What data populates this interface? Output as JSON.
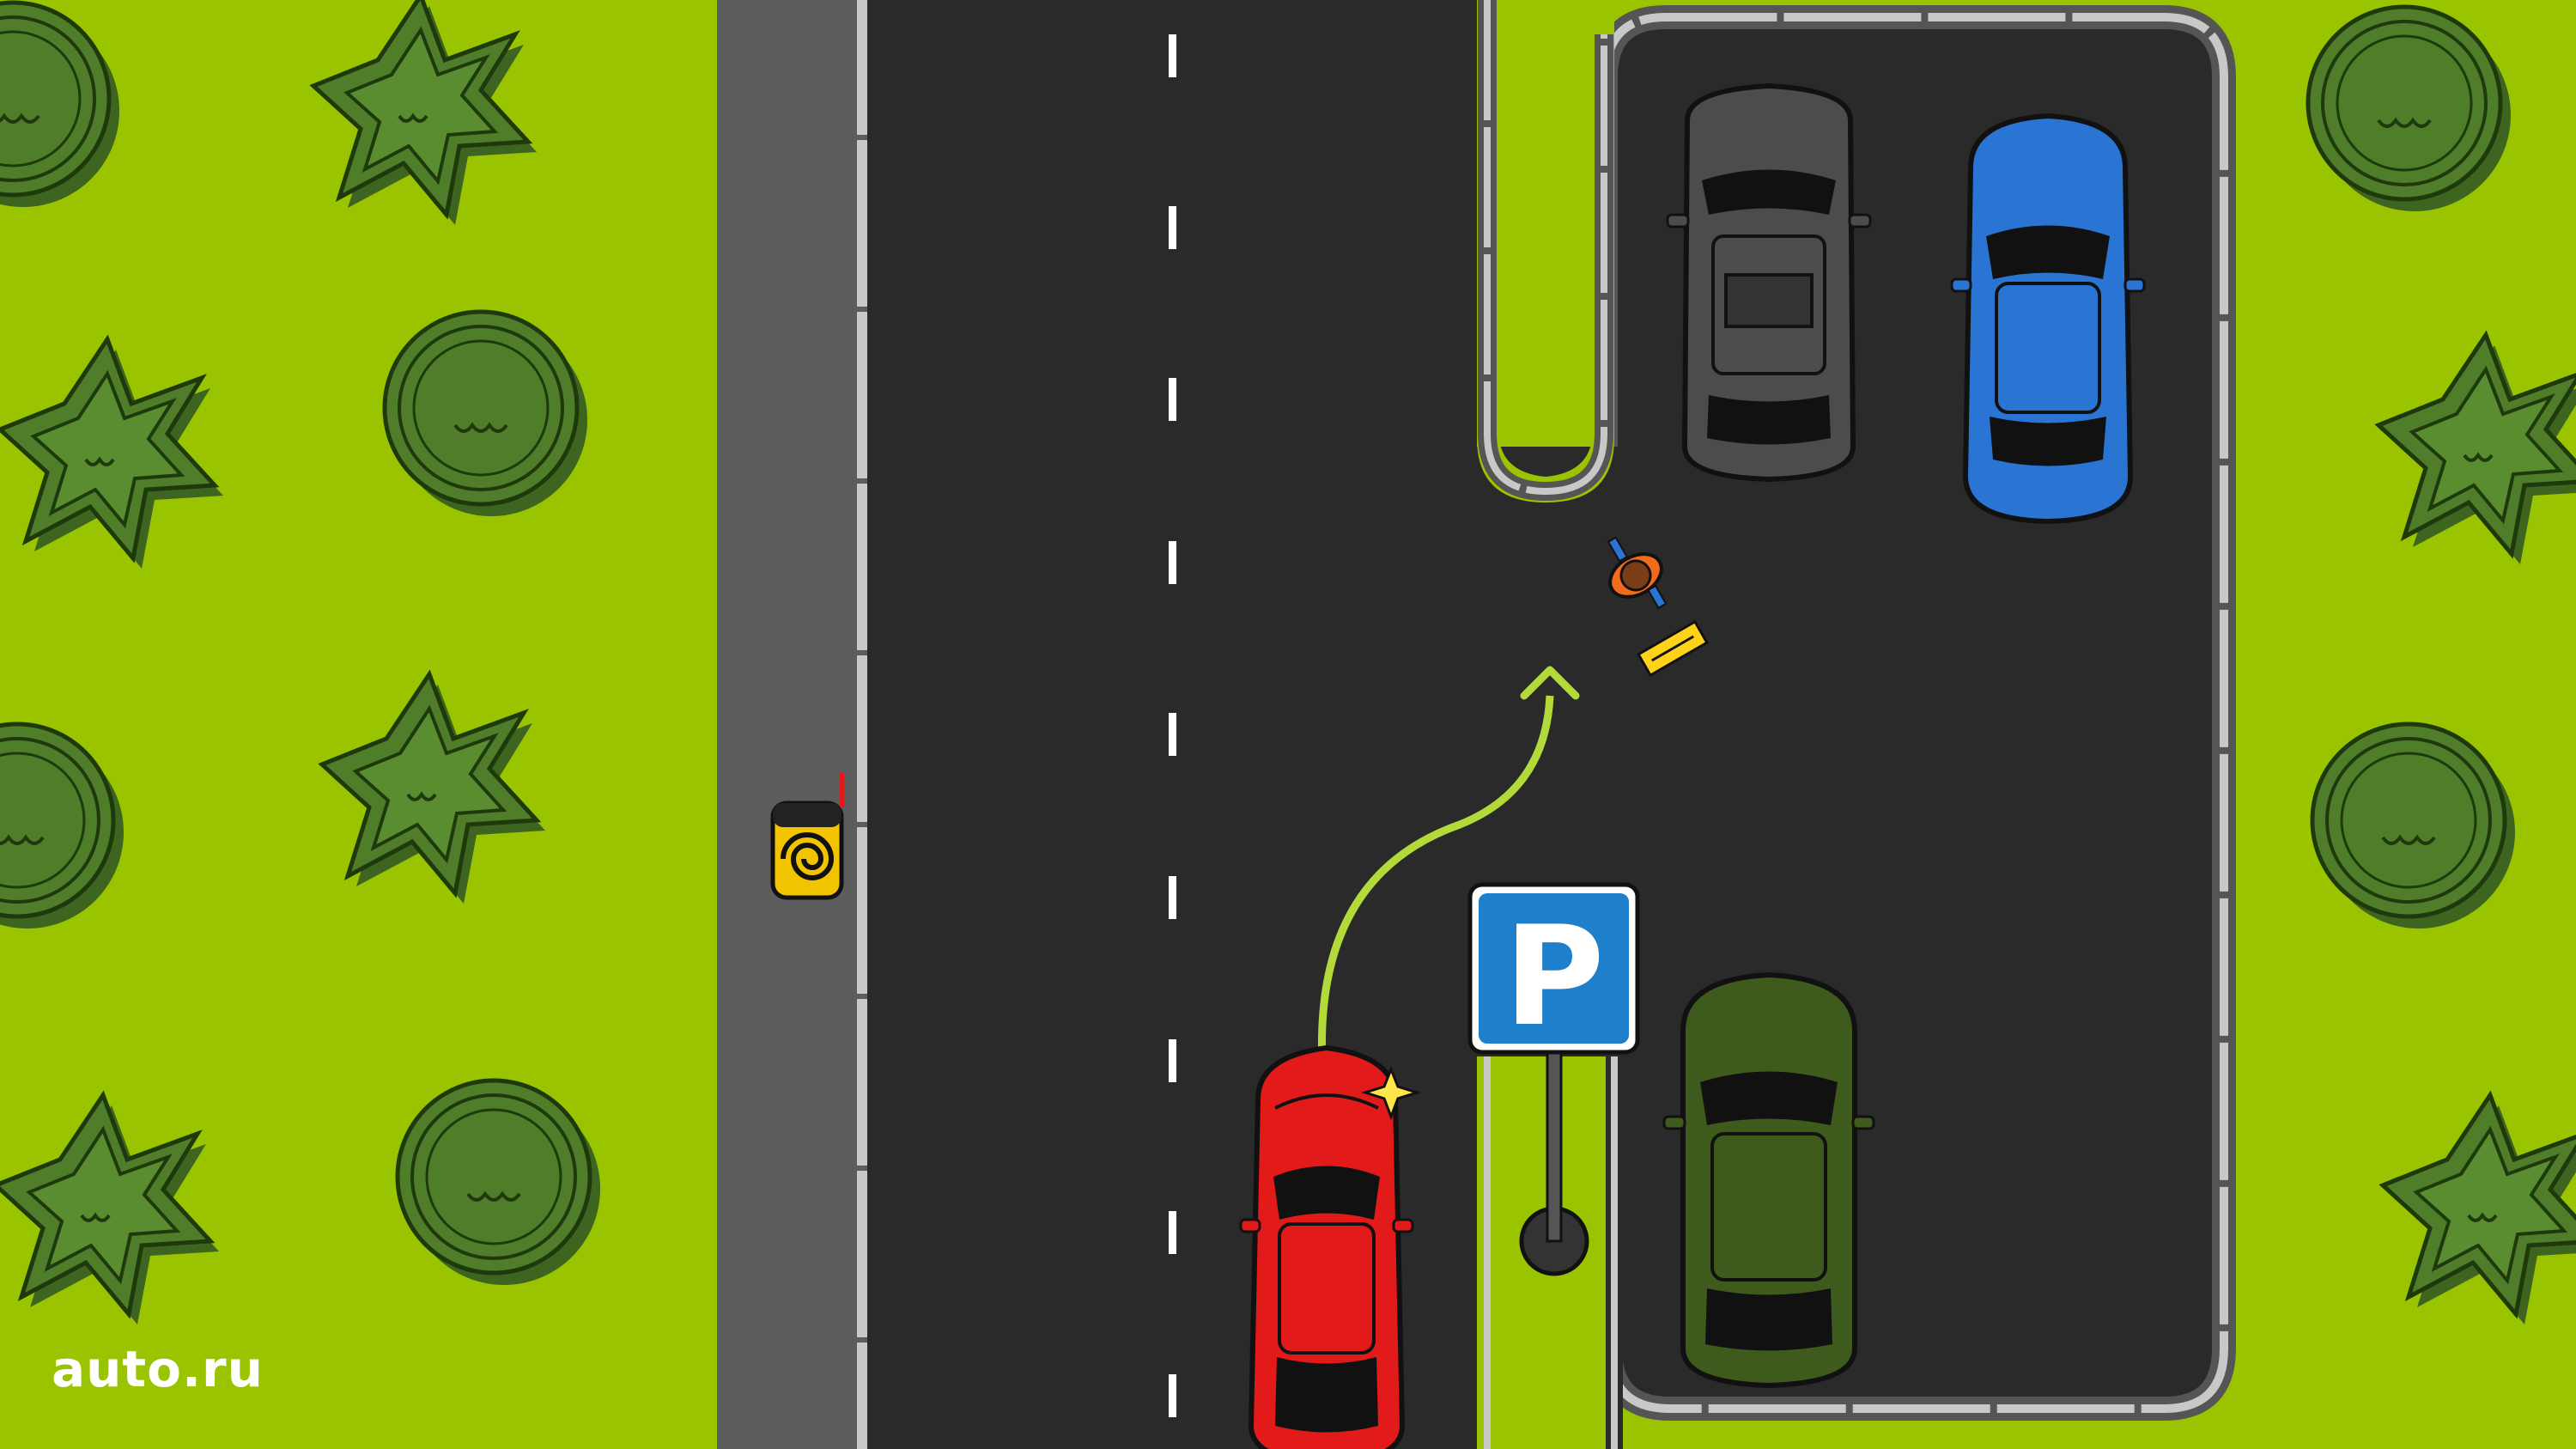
{
  "brand": {
    "logo_text": "auto.ru"
  },
  "parking_sign": {
    "letter": "P",
    "color": "#1e7fcb"
  },
  "colors": {
    "grass": "#9bc400",
    "asphalt": "#2a2a2a",
    "sidewalk": "#5c5c5c",
    "lane_marking": "#ffffff",
    "tree": "#4f7d2a",
    "route_arrow": "#b3d93a"
  },
  "vehicles": [
    {
      "name": "red-car",
      "color": "#e21a1a"
    },
    {
      "name": "gray-suv",
      "color": "#4c4c4c"
    },
    {
      "name": "blue-sports-car",
      "color": "#2a74d4"
    },
    {
      "name": "green-car",
      "color": "#3e5a1c"
    }
  ],
  "icons": [
    "tree-icon",
    "bush-icon",
    "parking-sign-icon",
    "pedestrian-icon",
    "trash-bin-icon",
    "route-arrow-icon"
  ]
}
